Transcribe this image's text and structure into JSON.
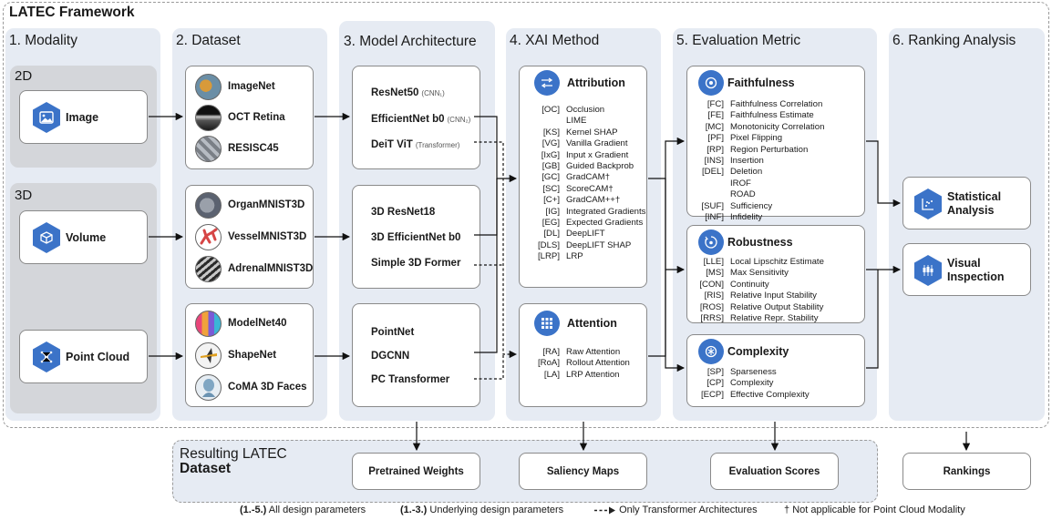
{
  "framework_title": "LATEC Framework",
  "columns": {
    "modality": "1. Modality",
    "dataset": "2. Dataset",
    "model": "3. Model Architecture",
    "xai": "4. XAI Method",
    "eval": "5. Evaluation Metric",
    "ranking": "6. Ranking Analysis"
  },
  "modality": {
    "group_2d": "2D",
    "group_3d": "3D",
    "image": "Image",
    "volume": "Volume",
    "pointcloud": "Point Cloud"
  },
  "datasets": {
    "d2": [
      "ImageNet",
      "OCT Retina",
      "RESISC45"
    ],
    "d3": [
      "OrganMNIST3D",
      "VesselMNIST3D",
      "AdrenalMNIST3D"
    ],
    "pc": [
      "ModelNet40",
      "ShapeNet",
      "CoMA 3D Faces"
    ]
  },
  "models": {
    "m2d": [
      {
        "name": "ResNet50",
        "sub": "(CNN₁)"
      },
      {
        "name": "EfficientNet b0",
        "sub": "(CNN₂)"
      },
      {
        "name": "DeiT ViT",
        "sub": "(Transformer)"
      }
    ],
    "m3d": [
      "3D ResNet18",
      "3D EfficientNet b0",
      "Simple 3D Former"
    ],
    "mpc": [
      "PointNet",
      "DGCNN",
      "PC Transformer"
    ]
  },
  "xai": {
    "attribution_title": "Attribution",
    "attribution": [
      {
        "ab": "[OC]",
        "name": "Occlusion"
      },
      {
        "ab": "",
        "name": "LIME"
      },
      {
        "ab": "[KS]",
        "name": "Kernel SHAP"
      },
      {
        "ab": "[VG]",
        "name": "Vanilla Gradient"
      },
      {
        "ab": "[IxG]",
        "name": "Input x Gradient"
      },
      {
        "ab": "[GB]",
        "name": "Guided Backprob"
      },
      {
        "ab": "[GC]",
        "name": "GradCAM†"
      },
      {
        "ab": "[SC]",
        "name": "ScoreCAM†"
      },
      {
        "ab": "[C+]",
        "name": "GradCAM++†"
      },
      {
        "ab": "[IG]",
        "name": "Integrated Gradients"
      },
      {
        "ab": "[EG]",
        "name": "Expected Gradients"
      },
      {
        "ab": "[DL]",
        "name": "DeepLIFT"
      },
      {
        "ab": "[DLS]",
        "name": "DeepLIFT SHAP"
      },
      {
        "ab": "[LRP]",
        "name": "LRP"
      }
    ],
    "attention_title": "Attention",
    "attention": [
      {
        "ab": "[RA]",
        "name": "Raw Attention"
      },
      {
        "ab": "[RoA]",
        "name": "Rollout Attention"
      },
      {
        "ab": "[LA]",
        "name": "LRP Attention"
      }
    ]
  },
  "metrics": {
    "faithfulness_title": "Faithfulness",
    "faithfulness": [
      {
        "ab": "[FC]",
        "name": "Faithfulness Correlation"
      },
      {
        "ab": "[FE]",
        "name": "Faithfulness Estimate"
      },
      {
        "ab": "[MC]",
        "name": "Monotonicity Correlation"
      },
      {
        "ab": "[PF]",
        "name": "Pixel Flipping"
      },
      {
        "ab": "[RP]",
        "name": "Region Perturbation"
      },
      {
        "ab": "[INS]",
        "name": "Insertion"
      },
      {
        "ab": "[DEL]",
        "name": "Deletion"
      },
      {
        "ab": "",
        "name": "IROF"
      },
      {
        "ab": "",
        "name": "ROAD"
      },
      {
        "ab": "[SUF]",
        "name": "Sufficiency"
      },
      {
        "ab": "[INF]",
        "name": "Infidelity"
      }
    ],
    "robustness_title": "Robustness",
    "robustness": [
      {
        "ab": "[LLE]",
        "name": "Local Lipschitz Estimate"
      },
      {
        "ab": "[MS]",
        "name": "Max Sensitivity"
      },
      {
        "ab": "[CON]",
        "name": "Continuity"
      },
      {
        "ab": "[RIS]",
        "name": "Relative Input Stability"
      },
      {
        "ab": "[ROS]",
        "name": "Relative Output Stability"
      },
      {
        "ab": "[RRS]",
        "name": "Relative Repr. Stability"
      }
    ],
    "complexity_title": "Complexity",
    "complexity": [
      {
        "ab": "[SP]",
        "name": "Sparseness"
      },
      {
        "ab": "[CP]",
        "name": "Complexity"
      },
      {
        "ab": "[ECP]",
        "name": "Effective Complexity"
      }
    ]
  },
  "ranking": {
    "statistical_line1": "Statistical",
    "statistical_line2": "Analysis",
    "visual_line1": "Visual",
    "visual_line2": "Inspection"
  },
  "result": {
    "title_line1": "Resulting LATEC",
    "title_line2": "Dataset",
    "weights": "Pretrained Weights",
    "saliency": "Saliency Maps",
    "scores": "Evaluation Scores",
    "rankings": "Rankings"
  },
  "footer": {
    "f1_bold": "(1.-5.)",
    "f1_text": "All design parameters",
    "f2_bold": "(1.-3.)",
    "f2_text": "Underlying design parameters",
    "f3_text": "Only Transformer Architectures",
    "f4_mark": "†",
    "f4_text": "Not applicable for Point Cloud Modality"
  },
  "colors": {
    "accent": "#3b73c8",
    "column_bg": "#e6ebf3",
    "group_bg": "#d4d6da"
  }
}
